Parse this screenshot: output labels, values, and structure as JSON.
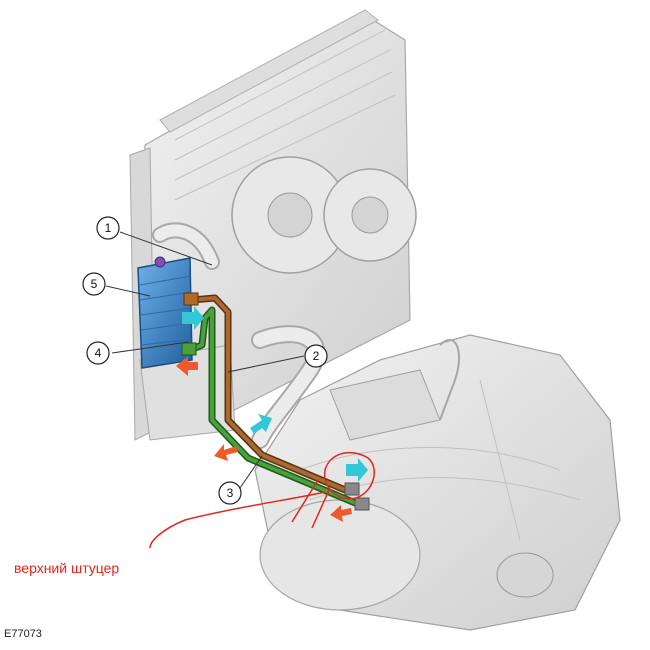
{
  "callouts": [
    {
      "number": "1"
    },
    {
      "number": "2"
    },
    {
      "number": "3"
    },
    {
      "number": "4"
    },
    {
      "number": "5"
    }
  ],
  "annotation": "верхний штуцер",
  "figure_id": "E77073",
  "colors": {
    "cooler": "#3f82c8",
    "upper_pipe": "#9a5a22",
    "lower_pipe": "#3f8a35",
    "hot_arrow": "#ee5a2a",
    "cold_arrow": "#33c8d8",
    "annotation": "#e0281e",
    "body_grey": "#e4e4e4",
    "outline_grey": "#a8a8a8"
  }
}
